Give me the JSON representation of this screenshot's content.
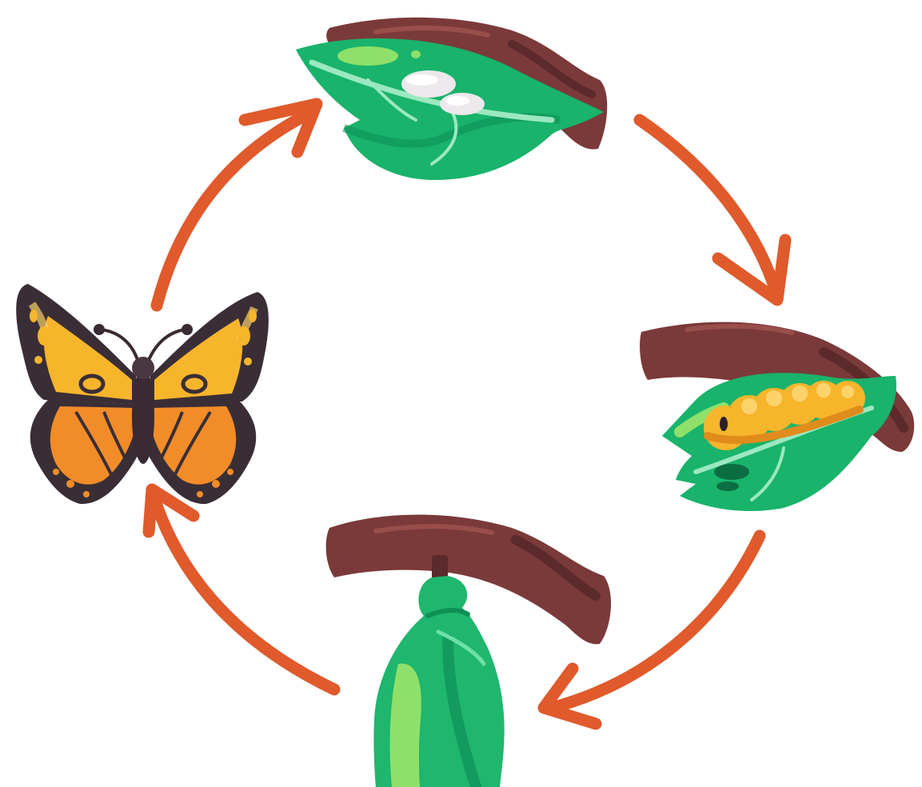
{
  "diagram": {
    "stages": [
      {
        "key": "eggs",
        "icon": "eggs-on-leaf-icon"
      },
      {
        "key": "caterpillar",
        "icon": "caterpillar-on-leaf-icon"
      },
      {
        "key": "chrysalis",
        "icon": "chrysalis-on-branch-icon"
      },
      {
        "key": "butterfly",
        "icon": "butterfly-icon"
      }
    ],
    "order": [
      "eggs",
      "caterpillar",
      "chrysalis",
      "butterfly",
      "eggs"
    ],
    "colors": {
      "arrow": "#E05A2C",
      "branch": "#7A3A39",
      "branch_dark": "#5C2A2B",
      "leaf": "#19B36B",
      "leaf_dark": "#0E8F55",
      "leaf_light": "#8FE06A",
      "egg": "#EDE8EC",
      "caterpillar": "#F7B52C",
      "caterpillar_dark": "#E08C1C",
      "chrysalis": "#1FB66E",
      "wing_upper": "#F7B52C",
      "wing_lower": "#F28C28",
      "wing_border": "#3A2E36",
      "body": "#3A2A33"
    }
  }
}
